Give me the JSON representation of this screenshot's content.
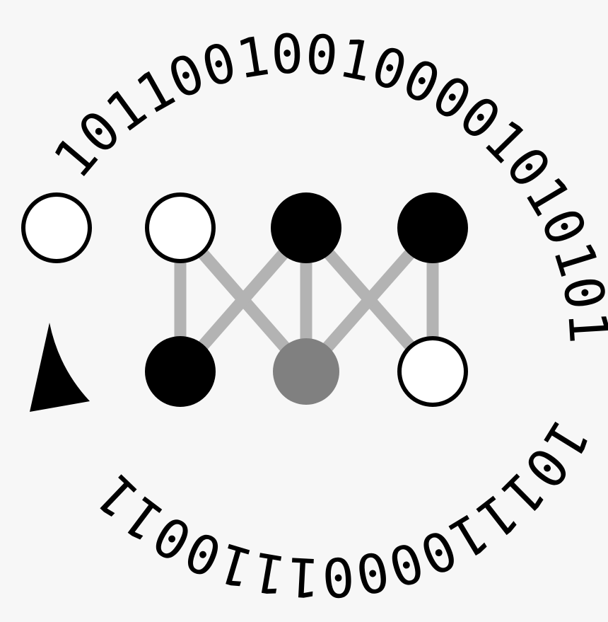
{
  "diagram": {
    "ring_text_top": "101100100100001010101",
    "ring_text_bottom": "1011100001110011",
    "colors": {
      "background": "#f7f7f7",
      "filled": "#000000",
      "empty": "#ffffff",
      "gray": "#808080",
      "edge": "#b3b3b3",
      "stroke": "#000000"
    },
    "nodes": [
      {
        "id": "n0",
        "state": "empty"
      },
      {
        "id": "n1",
        "state": "empty"
      },
      {
        "id": "n2",
        "state": "filled"
      },
      {
        "id": "n3",
        "state": "filled"
      },
      {
        "id": "n4",
        "state": "filled"
      },
      {
        "id": "n5",
        "state": "gray"
      },
      {
        "id": "n6",
        "state": "empty"
      }
    ],
    "edges": [
      [
        "n1",
        "n4"
      ],
      [
        "n1",
        "n5"
      ],
      [
        "n2",
        "n4"
      ],
      [
        "n2",
        "n5"
      ],
      [
        "n2",
        "n6"
      ],
      [
        "n3",
        "n5"
      ],
      [
        "n3",
        "n6"
      ]
    ]
  }
}
